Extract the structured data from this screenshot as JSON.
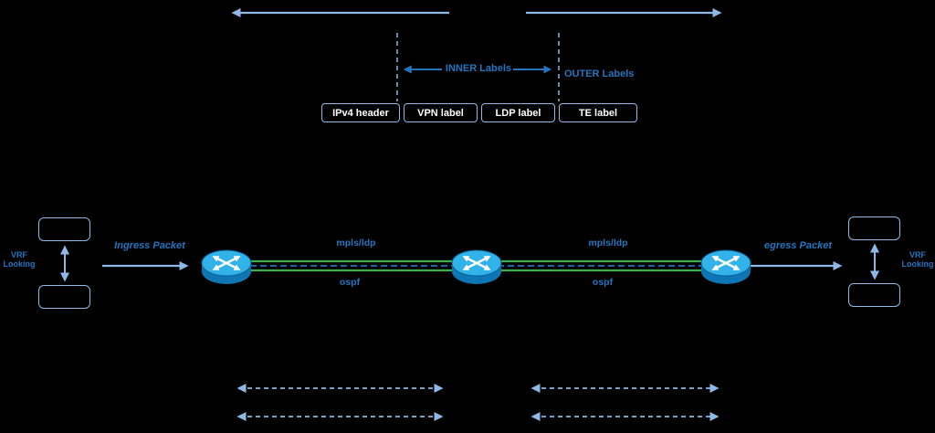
{
  "label_stack": {
    "inner_caption": "INNER Labels",
    "outer_caption": "OUTER Labels",
    "boxes": [
      {
        "label": "IPv4 header"
      },
      {
        "label": "VPN label"
      },
      {
        "label": "LDP label"
      },
      {
        "label": "TE label"
      }
    ]
  },
  "left": {
    "vrf_line1": "VRF",
    "vrf_line2": "Looking",
    "packet_label": "Ingress Packet"
  },
  "right": {
    "vrf_line1": "VRF",
    "vrf_line2": "Looking",
    "packet_label": "egress Packet"
  },
  "links": {
    "left_top": "mpls/ldp",
    "left_bottom": "ospf",
    "right_top": "mpls/ldp",
    "right_bottom": "ospf"
  },
  "colors": {
    "background": "#000000",
    "line_light_blue": "#8EB9E6",
    "text_blue": "#2574BE",
    "link_green": "#3FAF4E",
    "router_top": "#31B2E8",
    "router_body": "#0E76B4",
    "box_text": "#FFFFFF"
  }
}
